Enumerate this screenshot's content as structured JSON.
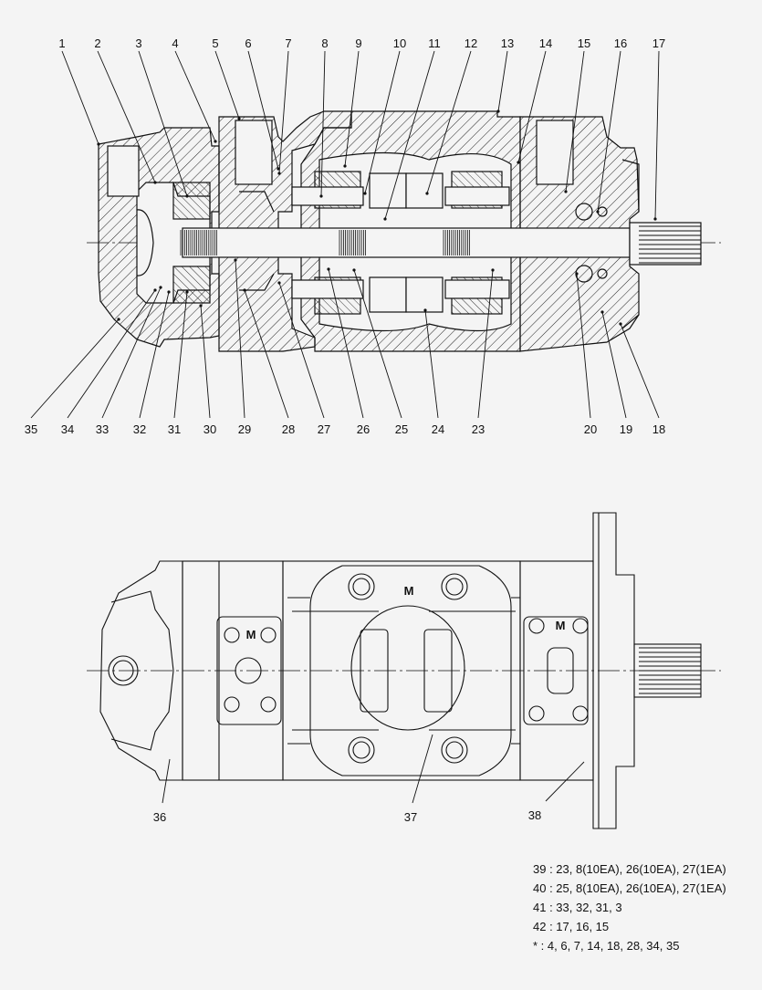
{
  "diagram": {
    "colors": {
      "background": "#f4f4f4",
      "ink": "#111111",
      "hatch": "#222222"
    },
    "top_view": {
      "callouts_top": [
        "1",
        "2",
        "3",
        "4",
        "5",
        "6",
        "7",
        "8",
        "9",
        "10",
        "11",
        "12",
        "13",
        "14",
        "15",
        "16",
        "17"
      ],
      "callouts_bottom": [
        "35",
        "34",
        "33",
        "32",
        "31",
        "30",
        "29",
        "28",
        "27",
        "26",
        "25",
        "24",
        "23",
        "20",
        "19",
        "18"
      ]
    },
    "bottom_view": {
      "m_marks": [
        "M",
        "M",
        "M"
      ],
      "callouts": [
        "36",
        "37",
        "38"
      ]
    },
    "legend": [
      "39 : 23, 8(10EA), 26(10EA), 27(1EA)",
      "40 : 25, 8(10EA), 26(10EA), 27(1EA)",
      "41 : 33, 32, 31, 3",
      "42 : 17, 16, 15",
      "  * : 4, 6, 7, 14, 18, 28, 34, 35"
    ]
  }
}
